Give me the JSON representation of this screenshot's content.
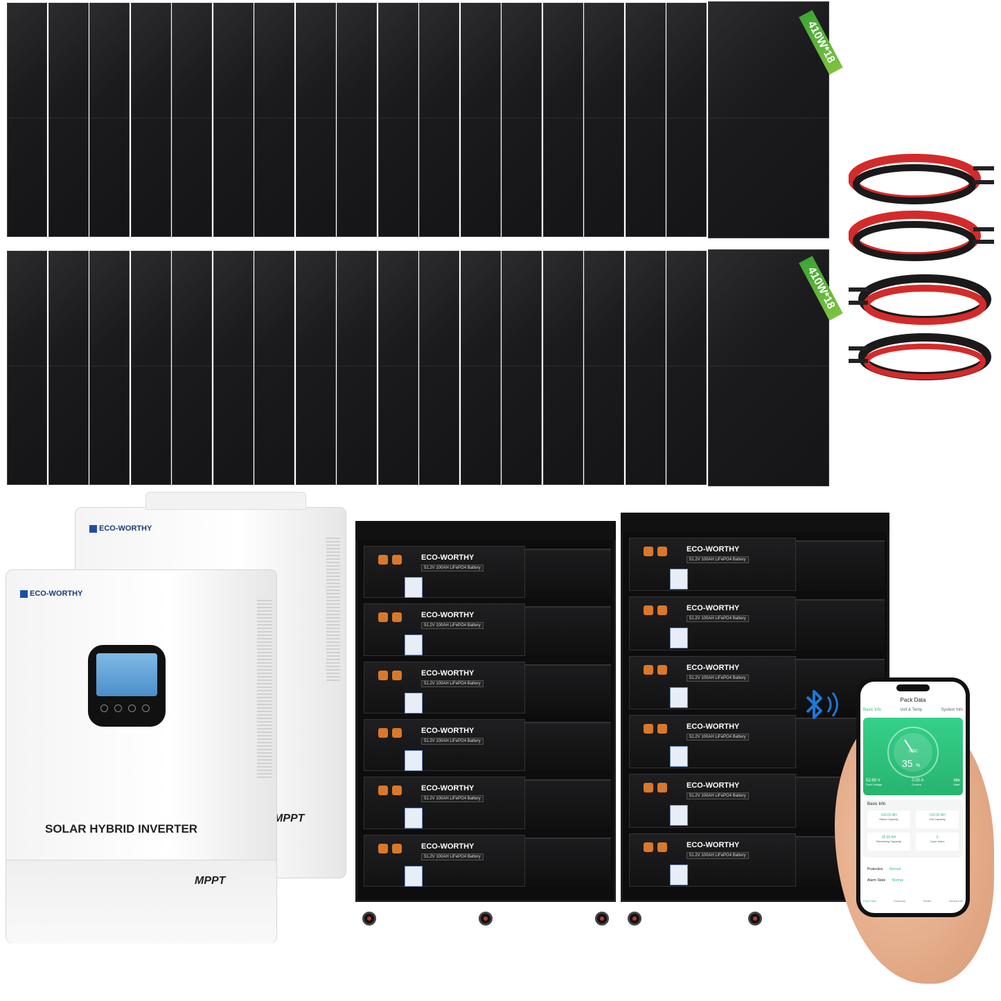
{
  "solar": {
    "panel_tag_top": "410W*18",
    "panel_tag_bottom": "410W*18"
  },
  "inverter": {
    "brand_back": "ECO-WORTHY",
    "brand_front": "ECO-WORTHY",
    "title": "SOLAR HYBRID INVERTER",
    "mppt_front": "MPPT",
    "mppt_back": "MPPT"
  },
  "battery": {
    "brand": "ECO-WORTHY",
    "model": "51.2V 100AH LiFePO4 Battery"
  },
  "app": {
    "header": "Pack Data",
    "tabs": [
      "Basic Info",
      "Volt & Temp",
      "System Info"
    ],
    "soc_label": "SOC",
    "soc_value": "35",
    "soc_unit": "%",
    "readouts": [
      {
        "value": "52.69 V",
        "label": "Pack Voltage"
      },
      {
        "value": "0.00 A",
        "label": "Current"
      },
      {
        "value": "Idle",
        "label": "State"
      }
    ],
    "section_title": "Basic Info",
    "stats": [
      {
        "value": "100.00 AH",
        "label": "Rated Capacity"
      },
      {
        "value": "100.00 AH",
        "label": "Full Capacity"
      },
      {
        "value": "35.00 AH",
        "label": "Remaining Capacity"
      },
      {
        "value": "0",
        "label": "Cycle Index"
      }
    ],
    "protection_label": "Protection",
    "protection_value": "Normal",
    "alarm_label": "Alarm State",
    "alarm_value": "Normal",
    "nav": [
      "Pack Data",
      "Summary",
      "Param",
      "Device Info"
    ]
  },
  "colors": {
    "accent_green": "#2ec27e",
    "tag_green": "#5bb53a",
    "cable_red": "#d42a2a",
    "terminal_orange": "#d9782a"
  }
}
